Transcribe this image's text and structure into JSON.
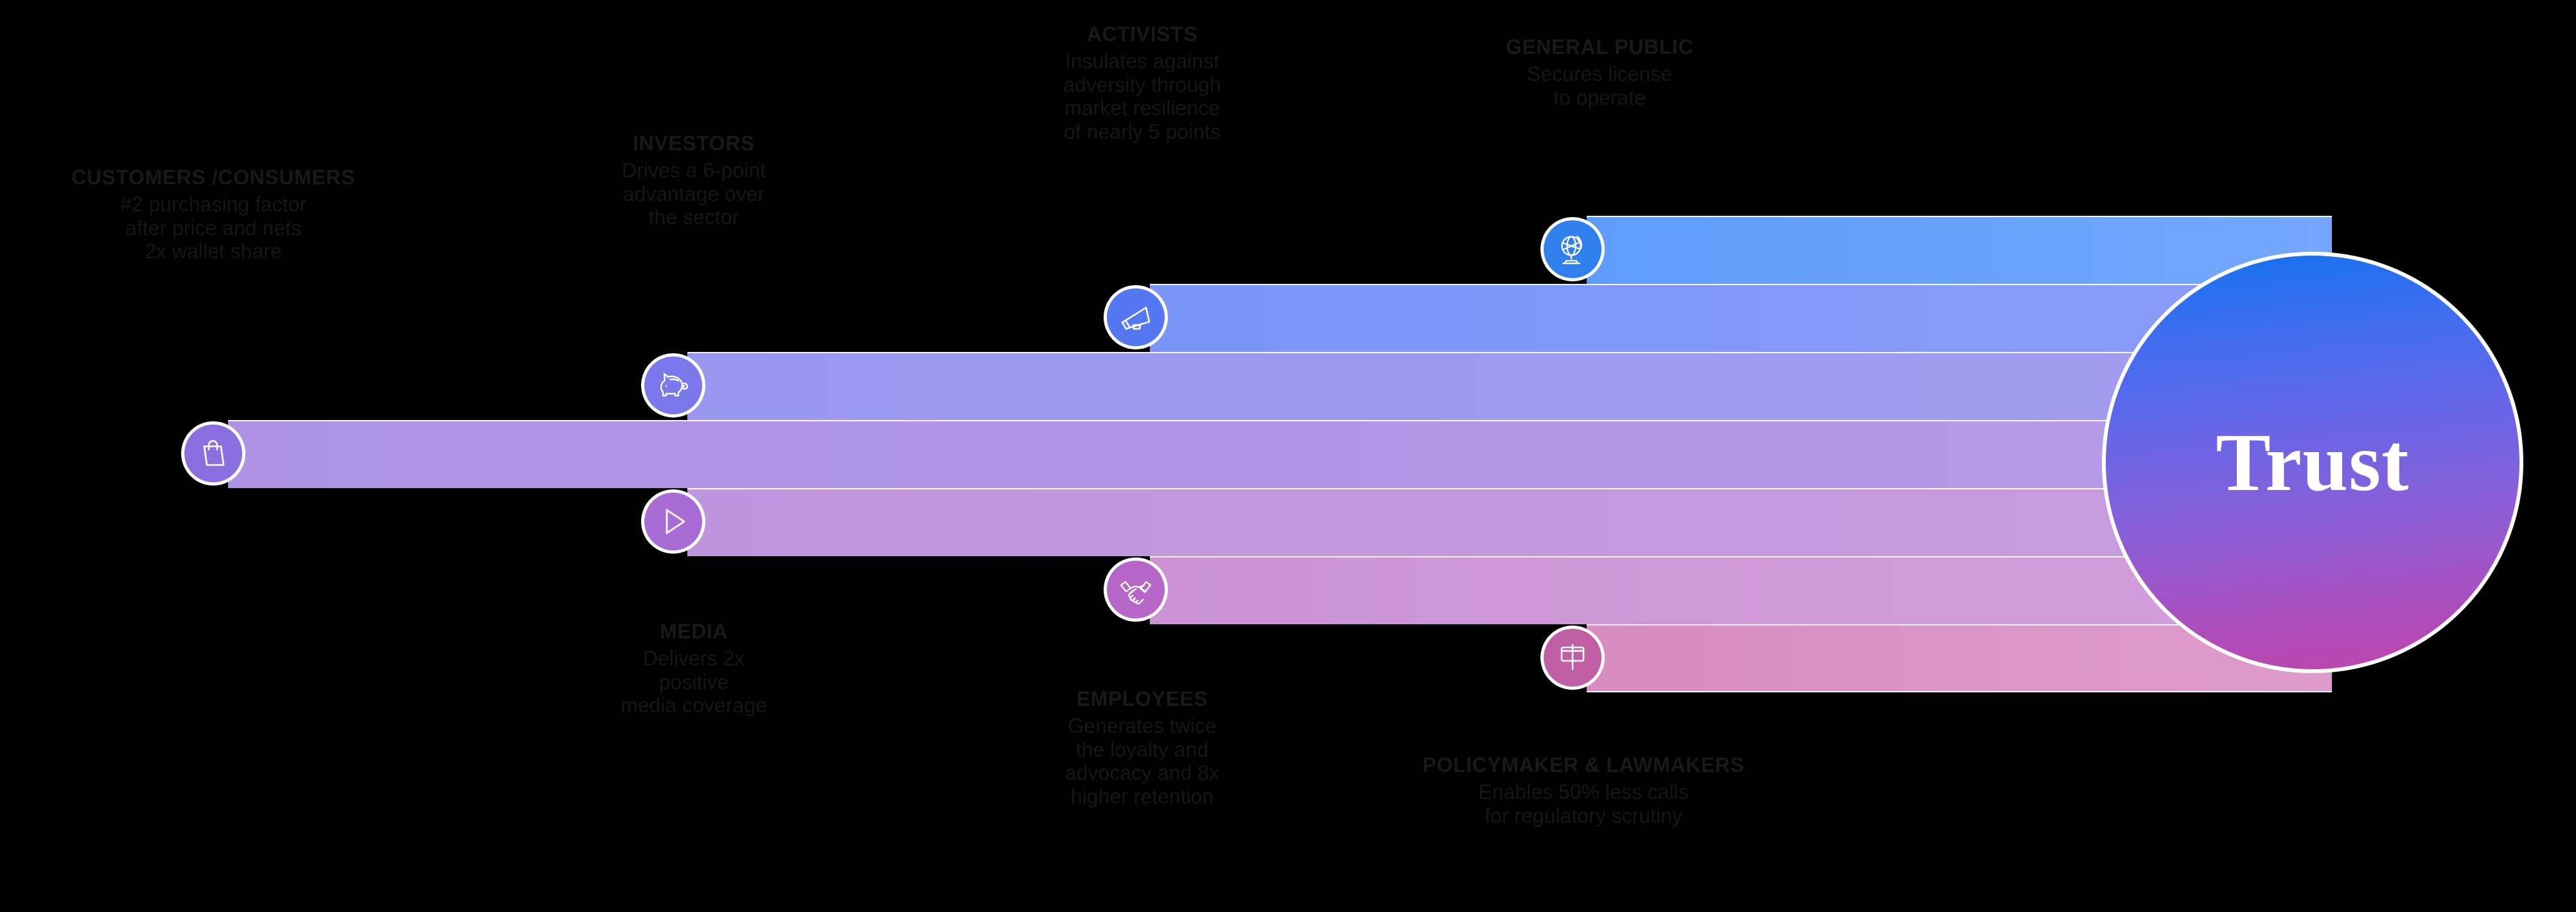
{
  "center": {
    "label": "Trust",
    "gradient_from": "#1271f0",
    "gradient_to": "#c044ab"
  },
  "background": "#000000",
  "stakeholders": [
    {
      "id": "customers-consumers",
      "title": "CUSTOMERS\n/CONSUMERS",
      "title_lines": [
        "CUSTOMERS",
        "/CONSUMERS"
      ],
      "description_lines": [
        "#2 purchasing factor",
        "after price and nets",
        "2x wallet share"
      ],
      "icon": "shopping-bag-icon",
      "icon_color": "#8b6fe0",
      "bar_row": 4,
      "bar_color": "#a98fe0"
    },
    {
      "id": "investors",
      "title": "INVESTORS",
      "title_lines": [
        "INVESTORS"
      ],
      "description_lines": [
        "Drives a 6-point",
        "advantage over",
        "the sector"
      ],
      "icon": "piggy-bank-icon",
      "icon_color": "#7a78ea",
      "bar_row": 3,
      "bar_color": "#9a97ef"
    },
    {
      "id": "activists",
      "title": "ACTIVISTS",
      "title_lines": [
        "ACTIVISTS"
      ],
      "description_lines": [
        "Insulates against",
        "adversity through",
        "market resilience",
        "of nearly 5 points"
      ],
      "icon": "megaphone-icon",
      "icon_color": "#5577f2",
      "bar_row": 2,
      "bar_color": "#8b9cf7"
    },
    {
      "id": "general-public",
      "title": "GENERAL PUBLIC",
      "title_lines": [
        "GENERAL PUBLIC"
      ],
      "description_lines": [
        "Secures license",
        "to operate"
      ],
      "icon": "globe-icon",
      "icon_color": "#2f80ed",
      "bar_row": 1,
      "bar_color": "#74a7fb"
    },
    {
      "id": "media",
      "title": "MEDIA",
      "title_lines": [
        "MEDIA"
      ],
      "description_lines": [
        "Delivers 2x",
        "positive",
        "media coverage"
      ],
      "icon": "play-icon",
      "icon_color": "#a86cd4",
      "bar_row": 5,
      "bar_color": "#bf95dd"
    },
    {
      "id": "employees",
      "title": "EMPLOYEES",
      "title_lines": [
        "EMPLOYEES"
      ],
      "description_lines": [
        "Generates twice",
        "the loyalty and",
        "advocacy and 8x",
        "higher retention"
      ],
      "icon": "handshake-icon",
      "icon_color": "#b566c6",
      "bar_row": 6,
      "bar_color": "#cb93d4"
    },
    {
      "id": "policymaker-lawmakers",
      "title": "POLICYMAKER & LAWMAKERS",
      "title_lines": [
        "POLICYMAKER & LAWMAKERS"
      ],
      "description_lines": [
        "Enables 50% less calls",
        "for regulatory scrutiny"
      ],
      "icon": "sign-placard-icon",
      "icon_color": "#c05fa3",
      "bar_row": 7,
      "bar_color": "#d88cc0"
    }
  ],
  "bars": [
    {
      "row": 1,
      "color_start": "#5f9dfb",
      "color_end": "#74a7fb"
    },
    {
      "row": 2,
      "color_start": "#7b95f8",
      "color_end": "#8b9cf7"
    },
    {
      "row": 3,
      "color_start": "#9a97ef",
      "color_end": "#a39ced"
    },
    {
      "row": 4,
      "color_start": "#ae93e5",
      "color_end": "#b69be6"
    },
    {
      "row": 5,
      "color_start": "#bf95dd",
      "color_end": "#c79ddf"
    },
    {
      "row": 6,
      "color_start": "#cb93d4",
      "color_end": "#d49edb"
    },
    {
      "row": 7,
      "color_start": "#d88cc0",
      "color_end": "#dd9ccb"
    }
  ]
}
